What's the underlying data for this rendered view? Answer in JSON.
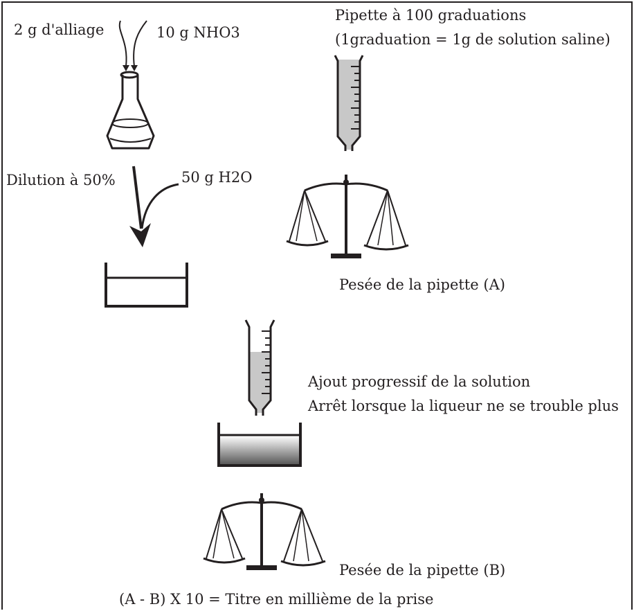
{
  "labels": {
    "alloy": "2 g d'alliage",
    "acid": "10 g NHO3",
    "pipette_title": "Pipette à 100 graduations",
    "pipette_note": "(1graduation = 1g de solution saline)",
    "dilution": "Dilution à 50%",
    "water": "50 g H2O",
    "weigh_a": "Pesée de la pipette (A)",
    "add_solution": "Ajout progressif de la solution",
    "stop_condition": "Arrêt lorsque la liqueur ne se trouble plus",
    "weigh_b": "Pesée de la pipette (B)",
    "formula": "(A - B) X 10 = Titre en millième de la prise"
  },
  "colors": {
    "ink": "#231f20",
    "liquid": "#c8c8c8"
  }
}
